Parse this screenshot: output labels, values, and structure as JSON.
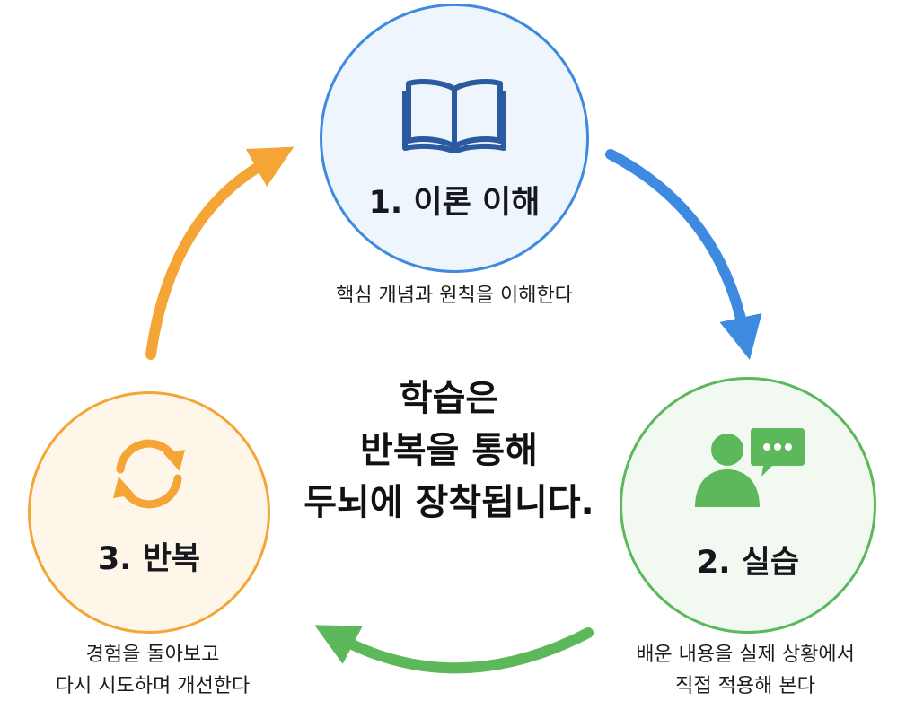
{
  "nodes": {
    "theory": {
      "title": "1. 이론 이해",
      "caption": "핵심 개념과 원칙을 이해한다",
      "icon": "open-book-icon",
      "color": "#3e8ae0"
    },
    "practice": {
      "title": "2. 실습",
      "caption_line1": "배운 내용을 실제 상황에서",
      "caption_line2": "직접 적용해 본다",
      "icon": "person-chat-icon",
      "color": "#5cb85b"
    },
    "repeat": {
      "title": "3. 반복",
      "caption_line1": "경험을 돌아보고",
      "caption_line2": "다시 시도하며 개선한다",
      "icon": "refresh-cycle-icon",
      "color": "#f4a536"
    }
  },
  "center": {
    "line1": "학습은",
    "line2": "반복을 통해",
    "line3": "두뇌에 장착됩니다."
  },
  "arrows": [
    {
      "from": "theory",
      "to": "practice",
      "color": "#3e8ae0"
    },
    {
      "from": "practice",
      "to": "repeat",
      "color": "#5cb85b"
    },
    {
      "from": "repeat",
      "to": "theory",
      "color": "#f4a536"
    }
  ]
}
